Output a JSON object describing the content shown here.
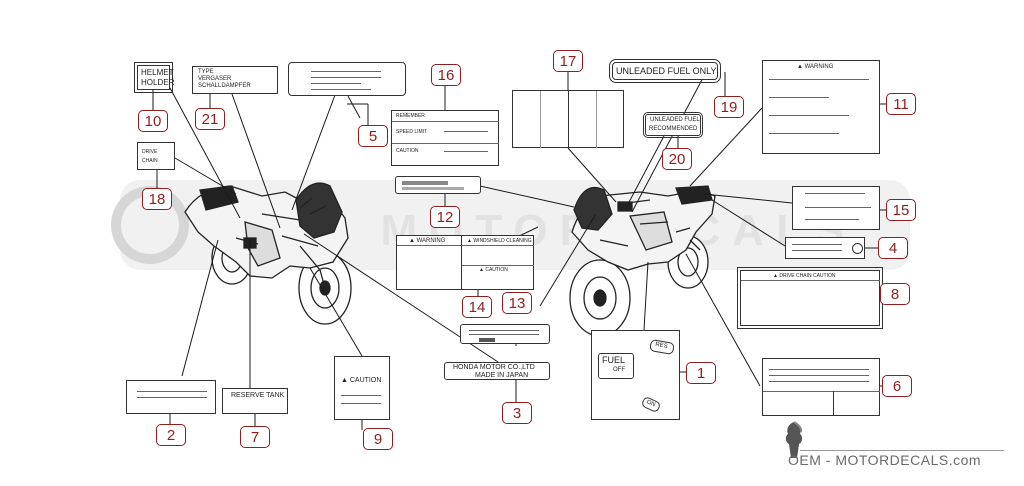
{
  "callouts": [
    "10",
    "21",
    "5",
    "16",
    "17",
    "19",
    "11",
    "18",
    "12",
    "15",
    "4",
    "14",
    "13",
    "20",
    "8",
    "1",
    "2",
    "7",
    "9",
    "3",
    "6"
  ],
  "decals": {
    "helmet_holder": [
      "HELMET",
      "HOLDER"
    ],
    "type_label": [
      "TYPE",
      "VERGASER",
      "SCHALLDAMPFER"
    ],
    "drive_label": [
      "DRIVE",
      "CHAIN"
    ],
    "unleaded_only": "UNLEADED FUEL ONLY",
    "unleaded_recommended": [
      "UNLEADED FUEL",
      "RECOMMENDED"
    ],
    "warning_11": "▲ WARNING",
    "label_16": [
      "REMEMBER",
      "SPEED LIMIT",
      "CAUTION"
    ],
    "label_14": [
      "▲ WARNING",
      "▲ WINDSHIELD CLEANING",
      "▲ CAUTION"
    ],
    "drive_chain_caution": "▲ DRIVE CHAIN CAUTION",
    "honda": [
      "HONDA MOTOR CO.,LTD",
      "MADE IN JAPAN"
    ],
    "reserve_tank": "RESERVE TANK",
    "caution_9": "▲ CAUTION",
    "fuel_label": [
      "FUEL",
      "OFF",
      "RES",
      "ON"
    ]
  },
  "brand": "OEM - MOTORDECALS.com",
  "colors": {
    "accent": "#8f1e1e",
    "line": "#333333",
    "watermark": "#c8c8c8",
    "brand_text": "#6a6a6a"
  }
}
